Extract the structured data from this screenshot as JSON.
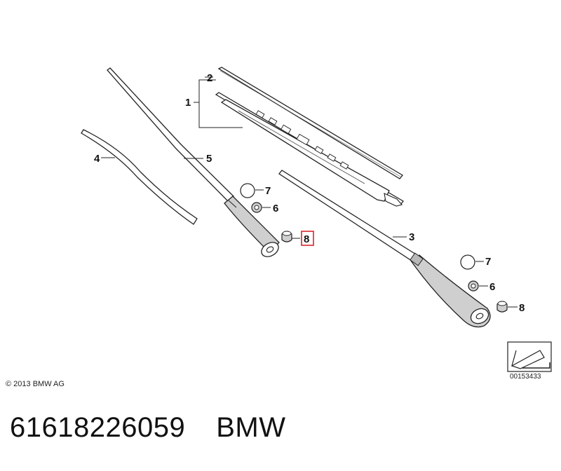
{
  "callouts": {
    "c1": "1",
    "c2": "2",
    "c3": "3",
    "c4": "4",
    "c5": "5",
    "c6a": "6",
    "c6b": "6",
    "c7a": "7",
    "c7b": "7",
    "c8a": "8",
    "c8b": "8"
  },
  "highlight_color": "#d9262c",
  "copyright": "© 2013 BMW AG",
  "diagram_id": "00153433",
  "part_number": "61618226059",
  "brand": "BMW"
}
